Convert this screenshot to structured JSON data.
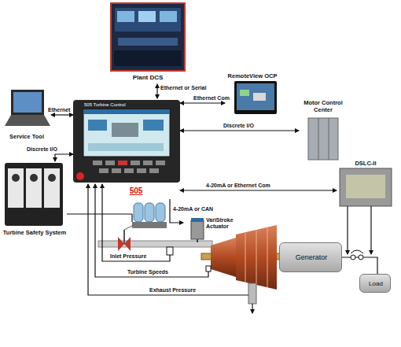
{
  "diagram": {
    "nodes": [
      {
        "text": [
          "Plant DCS"
        ]
      },
      {
        "text": [
          "RemoteView OCP"
        ]
      },
      {
        "text": [
          "Service Tool"
        ]
      },
      {
        "text": [
          "505 Turbine Control",
          "505"
        ]
      },
      {
        "text": [
          "Motor Control Center"
        ]
      },
      {
        "text": [
          "Turbine Safety System"
        ]
      },
      {
        "text": [
          "DSLC-II"
        ]
      },
      {
        "text": [
          "VariStroke Actuator"
        ]
      },
      {
        "text": [
          "Generator"
        ]
      },
      {
        "text": [
          "Load"
        ]
      }
    ],
    "edges": [
      {
        "from": 0,
        "to": 3,
        "arrow": "both",
        "label": "Ethernet or Serial"
      },
      {
        "from": 3,
        "to": 1,
        "arrow": "both",
        "label": "Ethernet Com"
      },
      {
        "from": 3,
        "to": 4,
        "arrow": "both",
        "label": "Discrete I/O"
      },
      {
        "from": 2,
        "to": 3,
        "arrow": "both",
        "label": "Ethernet"
      },
      {
        "from": 5,
        "to": 3,
        "arrow": "both",
        "label": "Discrete I/O"
      },
      {
        "from": 3,
        "to": 6,
        "arrow": "both",
        "label": "4-20mA or Ethernet Com"
      },
      {
        "from": 3,
        "to": 7,
        "arrow": "to",
        "label": "4-20mA or CAN"
      },
      {
        "from": 8,
        "to": 9,
        "arrow": "none"
      }
    ],
    "labels": [
      "Inlet Pressure",
      "Turbine Speeds",
      "Exhaust Pressure"
    ]
  }
}
